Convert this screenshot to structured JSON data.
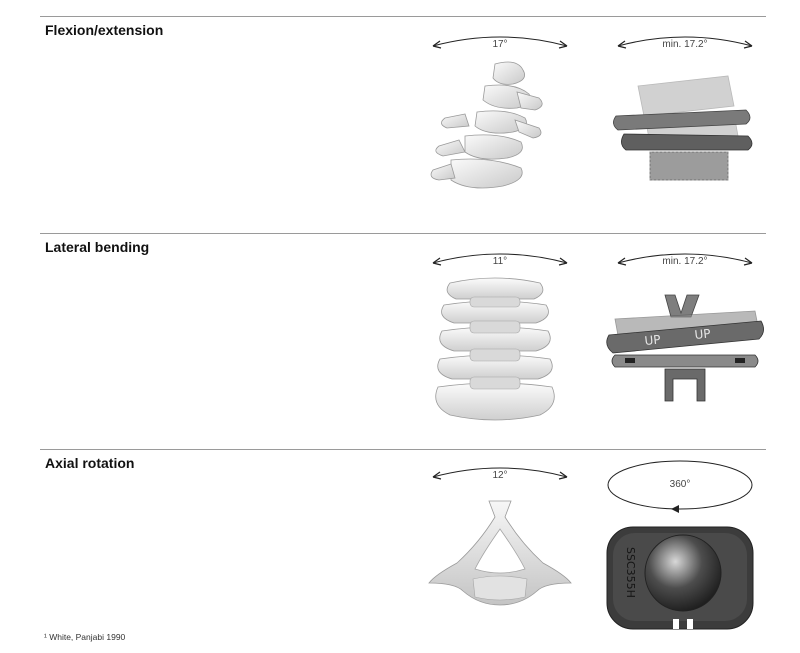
{
  "sections": [
    {
      "title": "Flexion/extension",
      "natural_angle": "17°",
      "implant_angle": "min. 17.2°"
    },
    {
      "title": "Lateral bending",
      "natural_angle": "11°",
      "implant_angle": "min. 17.2°"
    },
    {
      "title": "Axial rotation",
      "natural_angle": "12°",
      "implant_angle": "360°"
    }
  ],
  "implant_labels": {
    "up_mark": "UP",
    "part_number": "SSC355H"
  },
  "footnote": "¹ White, Panjabi 1990"
}
